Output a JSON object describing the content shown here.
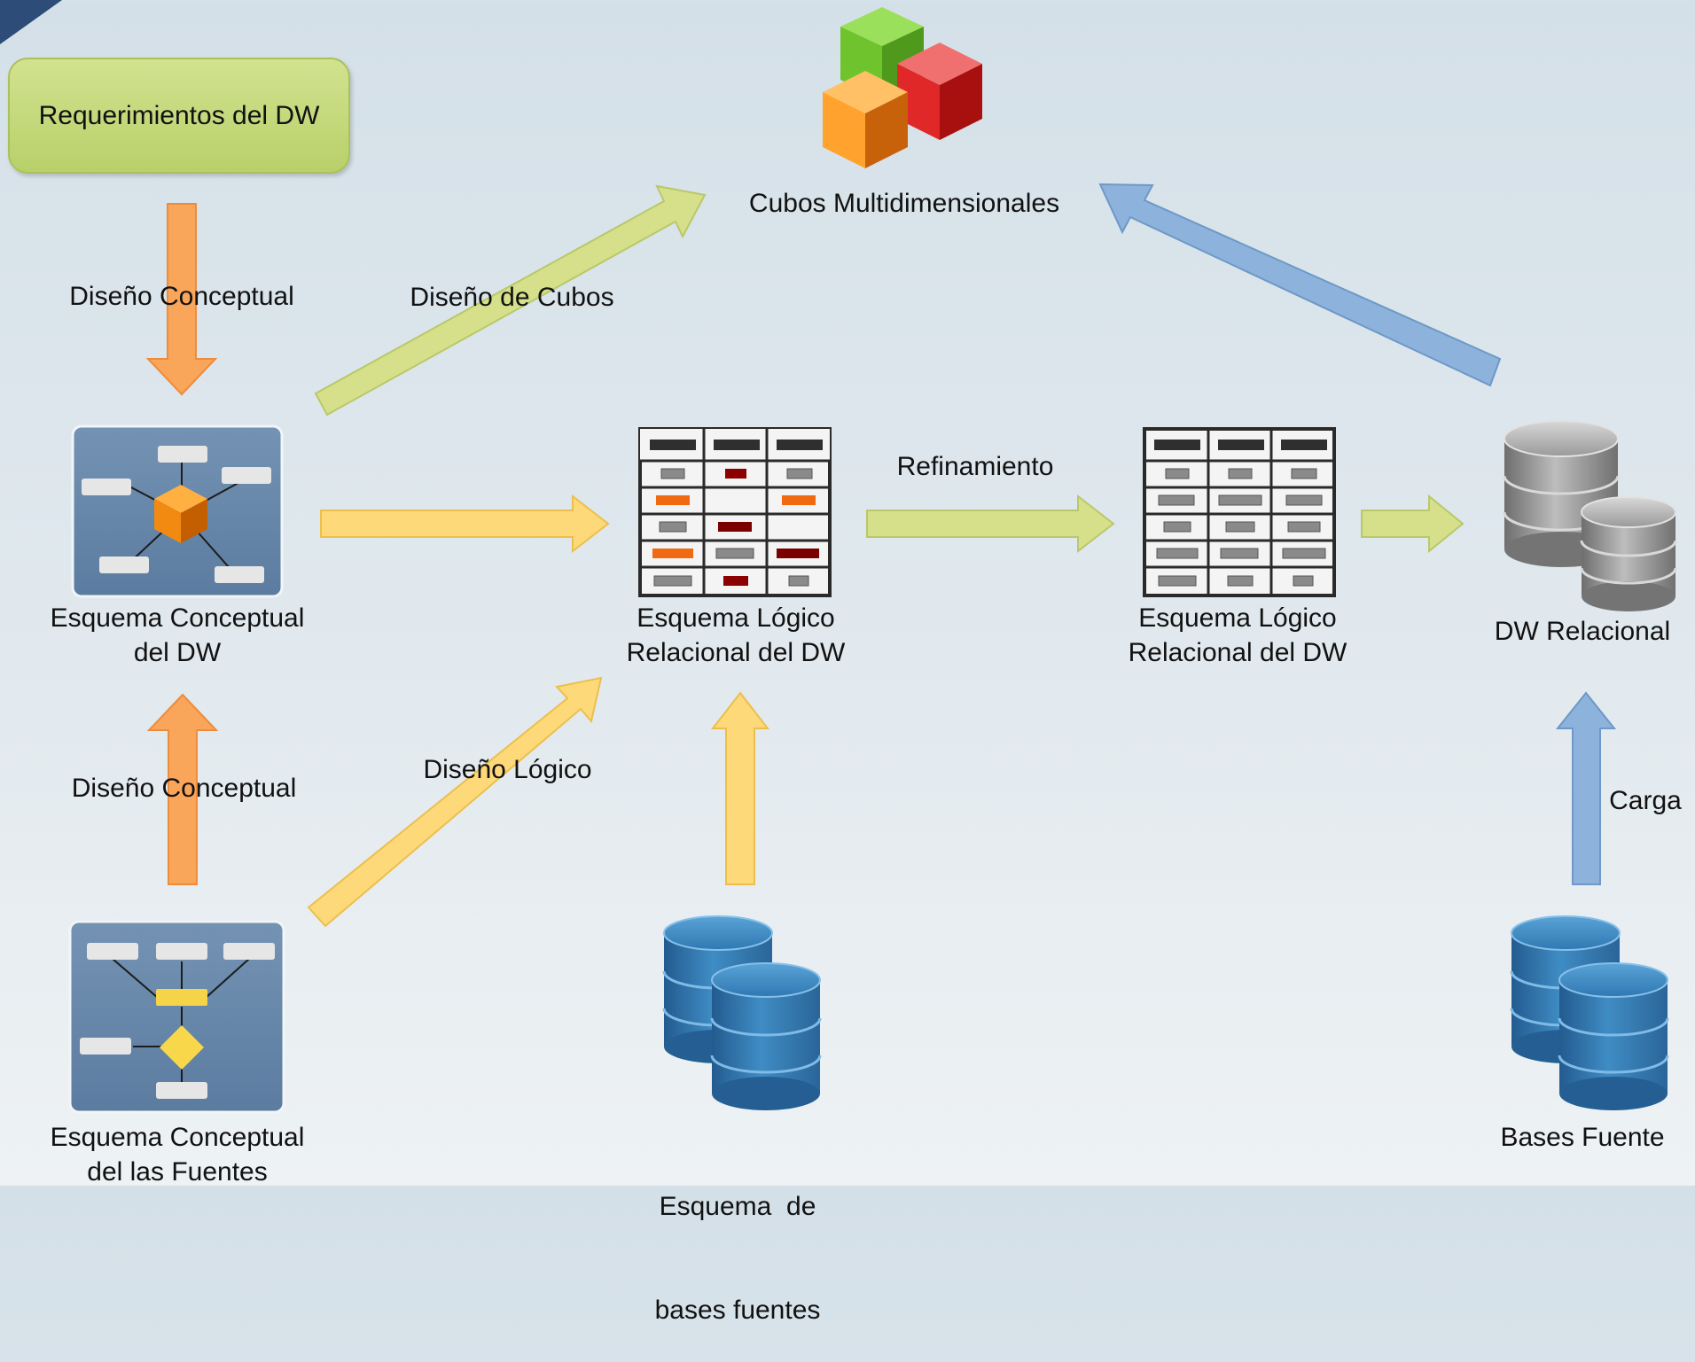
{
  "requirements": {
    "label": "Requerimientos del DW"
  },
  "cubes": {
    "label": "Cubos Multidimensionales"
  },
  "arrows": {
    "conceptual_design_top": "Diseño Conceptual",
    "cube_design": "Diseño de Cubos",
    "refinement": "Refinamiento",
    "conceptual_design_bottom": "Diseño Conceptual",
    "logical_design": "Diseño Lógico",
    "load": "Carga"
  },
  "nodes": {
    "conceptual_dw": {
      "line1": "Esquema Conceptual",
      "line2": "del DW"
    },
    "logical_dw_1": {
      "line1": "Esquema Lógico",
      "line2": "Relacional del DW"
    },
    "logical_dw_2": {
      "line1": "Esquema Lógico",
      "line2": "Relacional del DW"
    },
    "relational_dw": {
      "label": "DW Relacional"
    },
    "conceptual_sources": {
      "line1": "Esquema Conceptual",
      "line2": "del las Fuentes"
    },
    "source_schema": {
      "line1": "Esquema  de",
      "line2": "bases fuentes"
    },
    "source_bases": {
      "label": "Bases Fuente"
    }
  },
  "colors": {
    "orange_arrow": "#f9a55a",
    "yellow_arrow": "#fdd97a",
    "green_arrow": "#d6e08a",
    "blue_arrow": "#8db3dc"
  }
}
